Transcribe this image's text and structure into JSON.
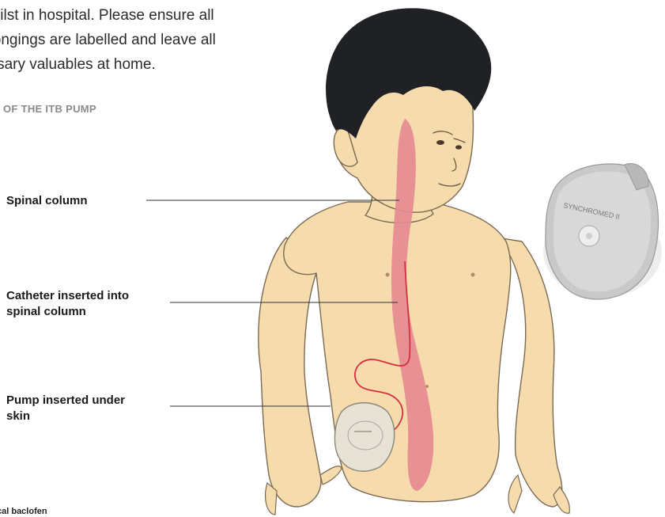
{
  "intro": {
    "lines": [
      "whilst in hospital. Please ensure all",
      "elongings are labelled and leave all",
      "essary valuables at home."
    ]
  },
  "subheading": "ON OF THE ITB PUMP",
  "labels": {
    "spinal_column": "Spinal column",
    "catheter_line1": "Catheter inserted into",
    "catheter_line2": "spinal column",
    "pump_line1": "Pump inserted under",
    "pump_line2": "skin"
  },
  "device_label": "SYNCHROMED II",
  "footer": "cal baclofen",
  "colors": {
    "skin": "#f6dcad",
    "skin_outline": "#7a6a55",
    "hair": "#1f2125",
    "spine": "#e58a92",
    "catheter": "#d4313f",
    "device": "#c9c9c9"
  }
}
